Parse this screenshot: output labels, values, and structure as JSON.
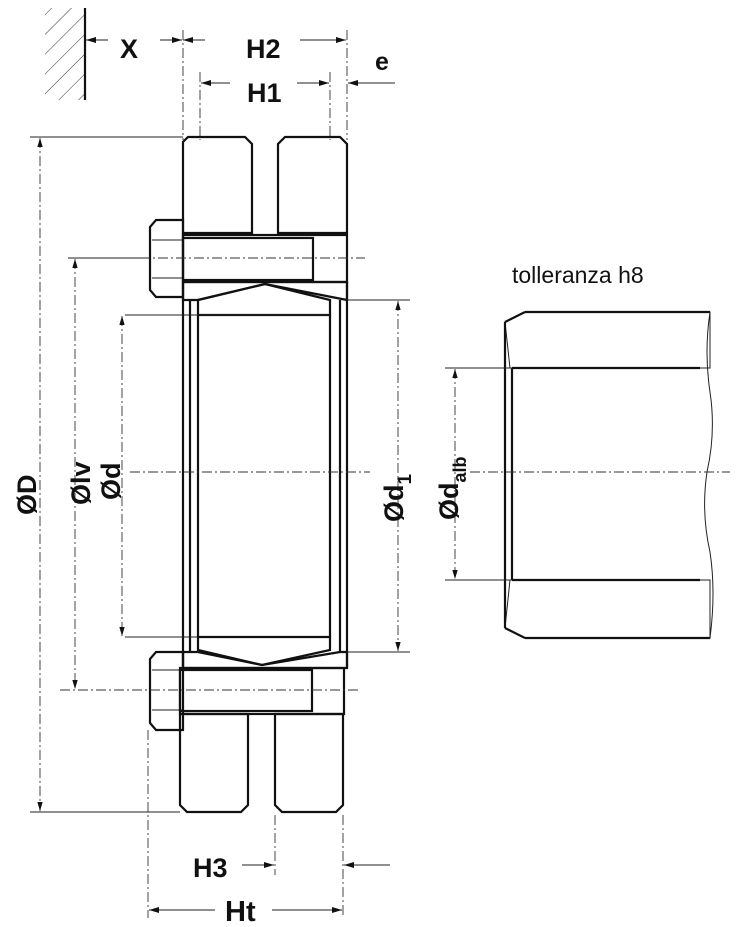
{
  "labels": {
    "x": "X",
    "h2": "H2",
    "h1": "H1",
    "e": "e",
    "h3": "H3",
    "ht": "Ht",
    "od": "ØD",
    "olv": "Ølv",
    "od_inner": "Ød",
    "od1_base": "Ød",
    "od1_sub": "1",
    "odalb_base": "Ød",
    "odalb_sub": "alb"
  },
  "note": "tolleranza h8"
}
